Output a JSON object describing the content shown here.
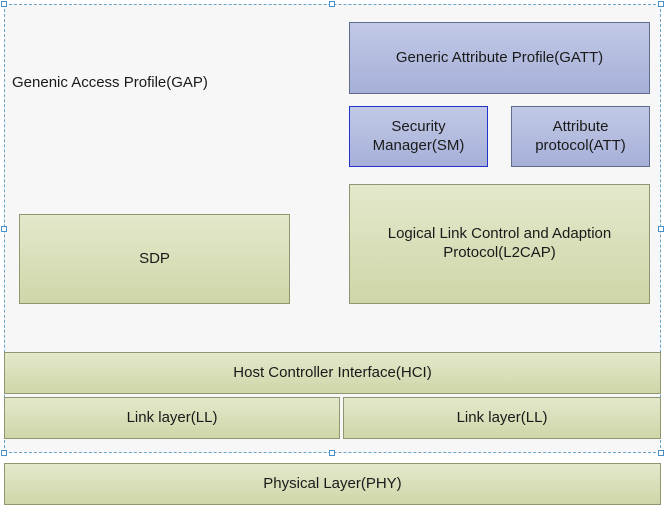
{
  "diagram": {
    "gap_label": "Genenic Access Profile(GAP)",
    "gatt_label": "Generic Attribute Profile(GATT)",
    "sm_label": "Security Manager(SM)",
    "att_label": "Attribute protocol(ATT)",
    "sdp_label": "SDP",
    "l2cap_label": "Logical Link Control and Adaption Protocol(L2CAP)",
    "hci_label": "Host Controller Interface(HCI)",
    "ll_left_label": "Link layer(LL)",
    "ll_right_label": "Link layer(LL)",
    "phy_label": "Physical Layer(PHY)"
  },
  "colors": {
    "green_fill": "#d5dbb1",
    "blue_fill": "#aab3da",
    "selection": "#4a90c8"
  }
}
